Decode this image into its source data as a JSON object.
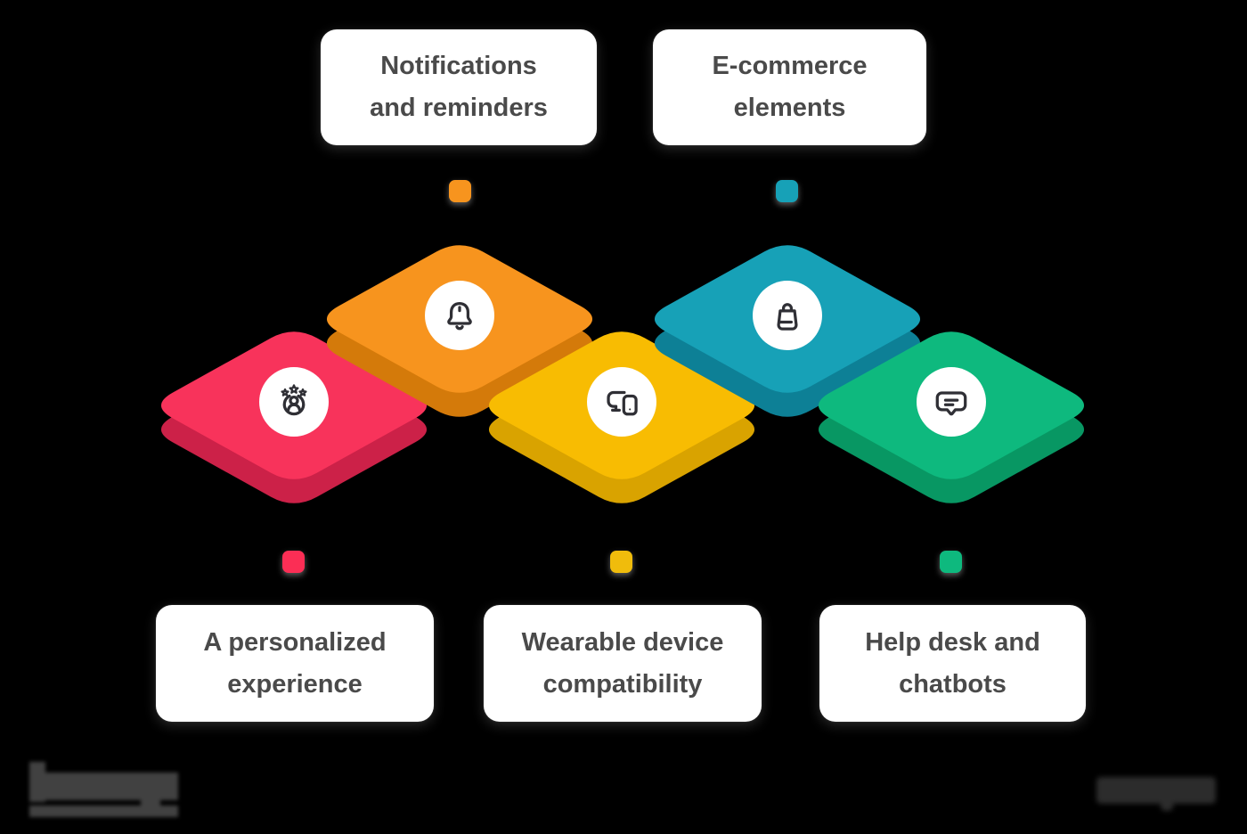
{
  "background": "#000000",
  "text_color": "#4A4A4A",
  "icon_stroke": "#2F2F35",
  "cards": [
    {
      "id": "notifications",
      "lines": [
        "Notifications",
        "and reminders"
      ]
    },
    {
      "id": "ecommerce",
      "lines": [
        "E-commerce",
        "elements"
      ]
    },
    {
      "id": "personalized",
      "lines": [
        "A personalized",
        "experience"
      ]
    },
    {
      "id": "wearable",
      "lines": [
        "Wearable device",
        "compatibility"
      ]
    },
    {
      "id": "helpdesk",
      "lines": [
        "Help desk and",
        "chatbots"
      ]
    }
  ],
  "tiles": [
    {
      "name": "personalized-experience",
      "icon": "user-rating-icon",
      "top": "#F8335B",
      "side": "#CC2148",
      "dot": "#FB2E55"
    },
    {
      "name": "notifications-reminders",
      "icon": "bell-icon",
      "top": "#F7941E",
      "side": "#D47A0A",
      "dot": "#F7941E"
    },
    {
      "name": "wearable-compatibility",
      "icon": "devices-icon",
      "top": "#F8BC02",
      "side": "#D9A300",
      "dot": "#F0BC0C"
    },
    {
      "name": "ecommerce-elements",
      "icon": "shopping-bag-icon",
      "top": "#17A1B7",
      "side": "#0D8096",
      "dot": "#17A1B7"
    },
    {
      "name": "helpdesk-chatbots",
      "icon": "chat-bubble-icon",
      "top": "#0EB97E",
      "side": "#089763",
      "dot": "#0EB97E"
    }
  ]
}
